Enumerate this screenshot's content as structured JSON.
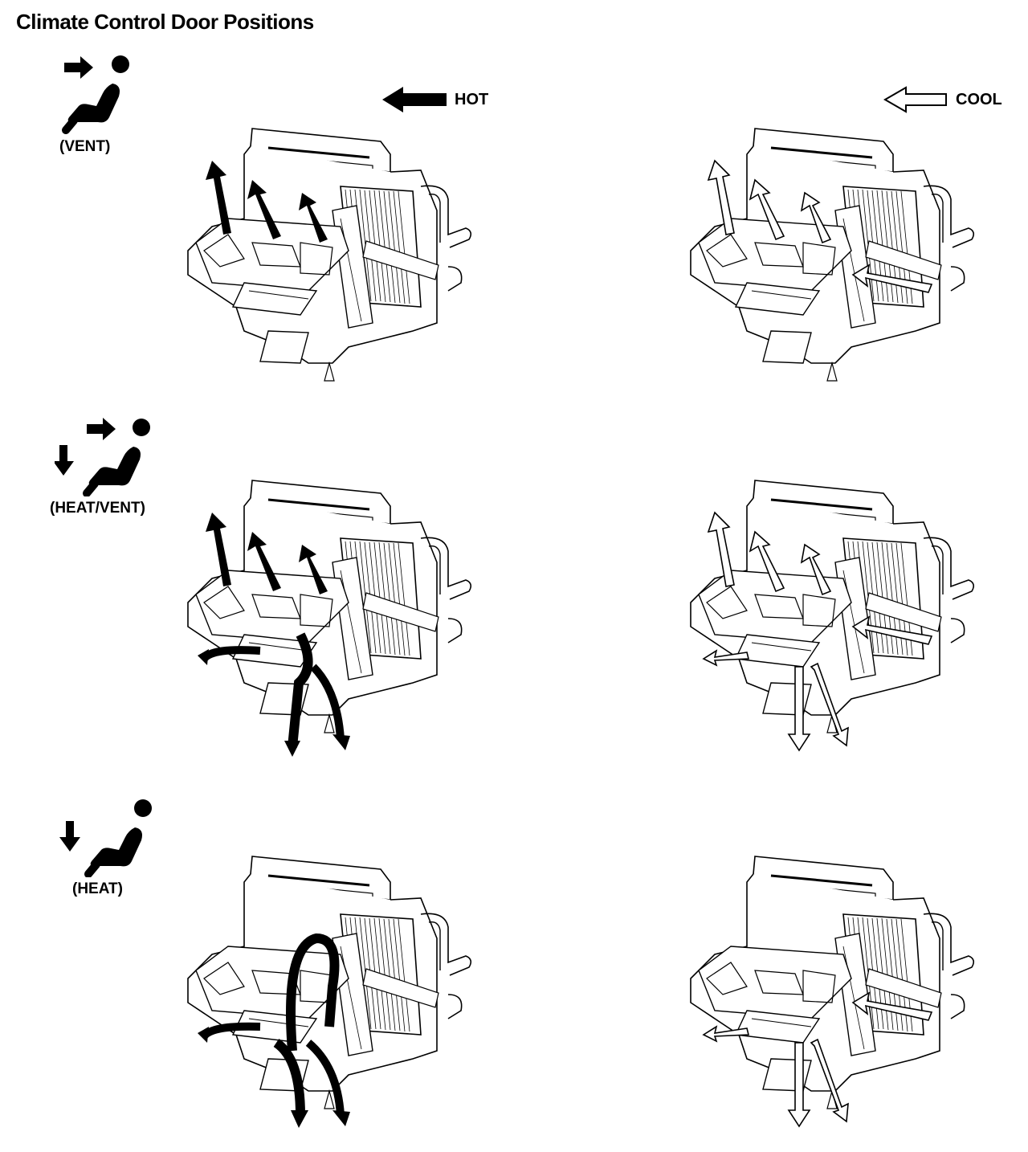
{
  "title": "Climate Control Door Positions",
  "legend": {
    "hot": {
      "label": "HOT",
      "style": "solid-black-arrow"
    },
    "cool": {
      "label": "COOL",
      "style": "hollow-outline-arrow"
    }
  },
  "modes": [
    {
      "label": "(VENT)",
      "icon": "vent-mode-icon"
    },
    {
      "label": "(HEAT/VENT)",
      "icon": "heat-vent-mode-icon"
    },
    {
      "label": "(HEAT)",
      "icon": "heat-mode-icon"
    }
  ],
  "colors": {
    "ink": "#000000",
    "paper": "#ffffff"
  }
}
